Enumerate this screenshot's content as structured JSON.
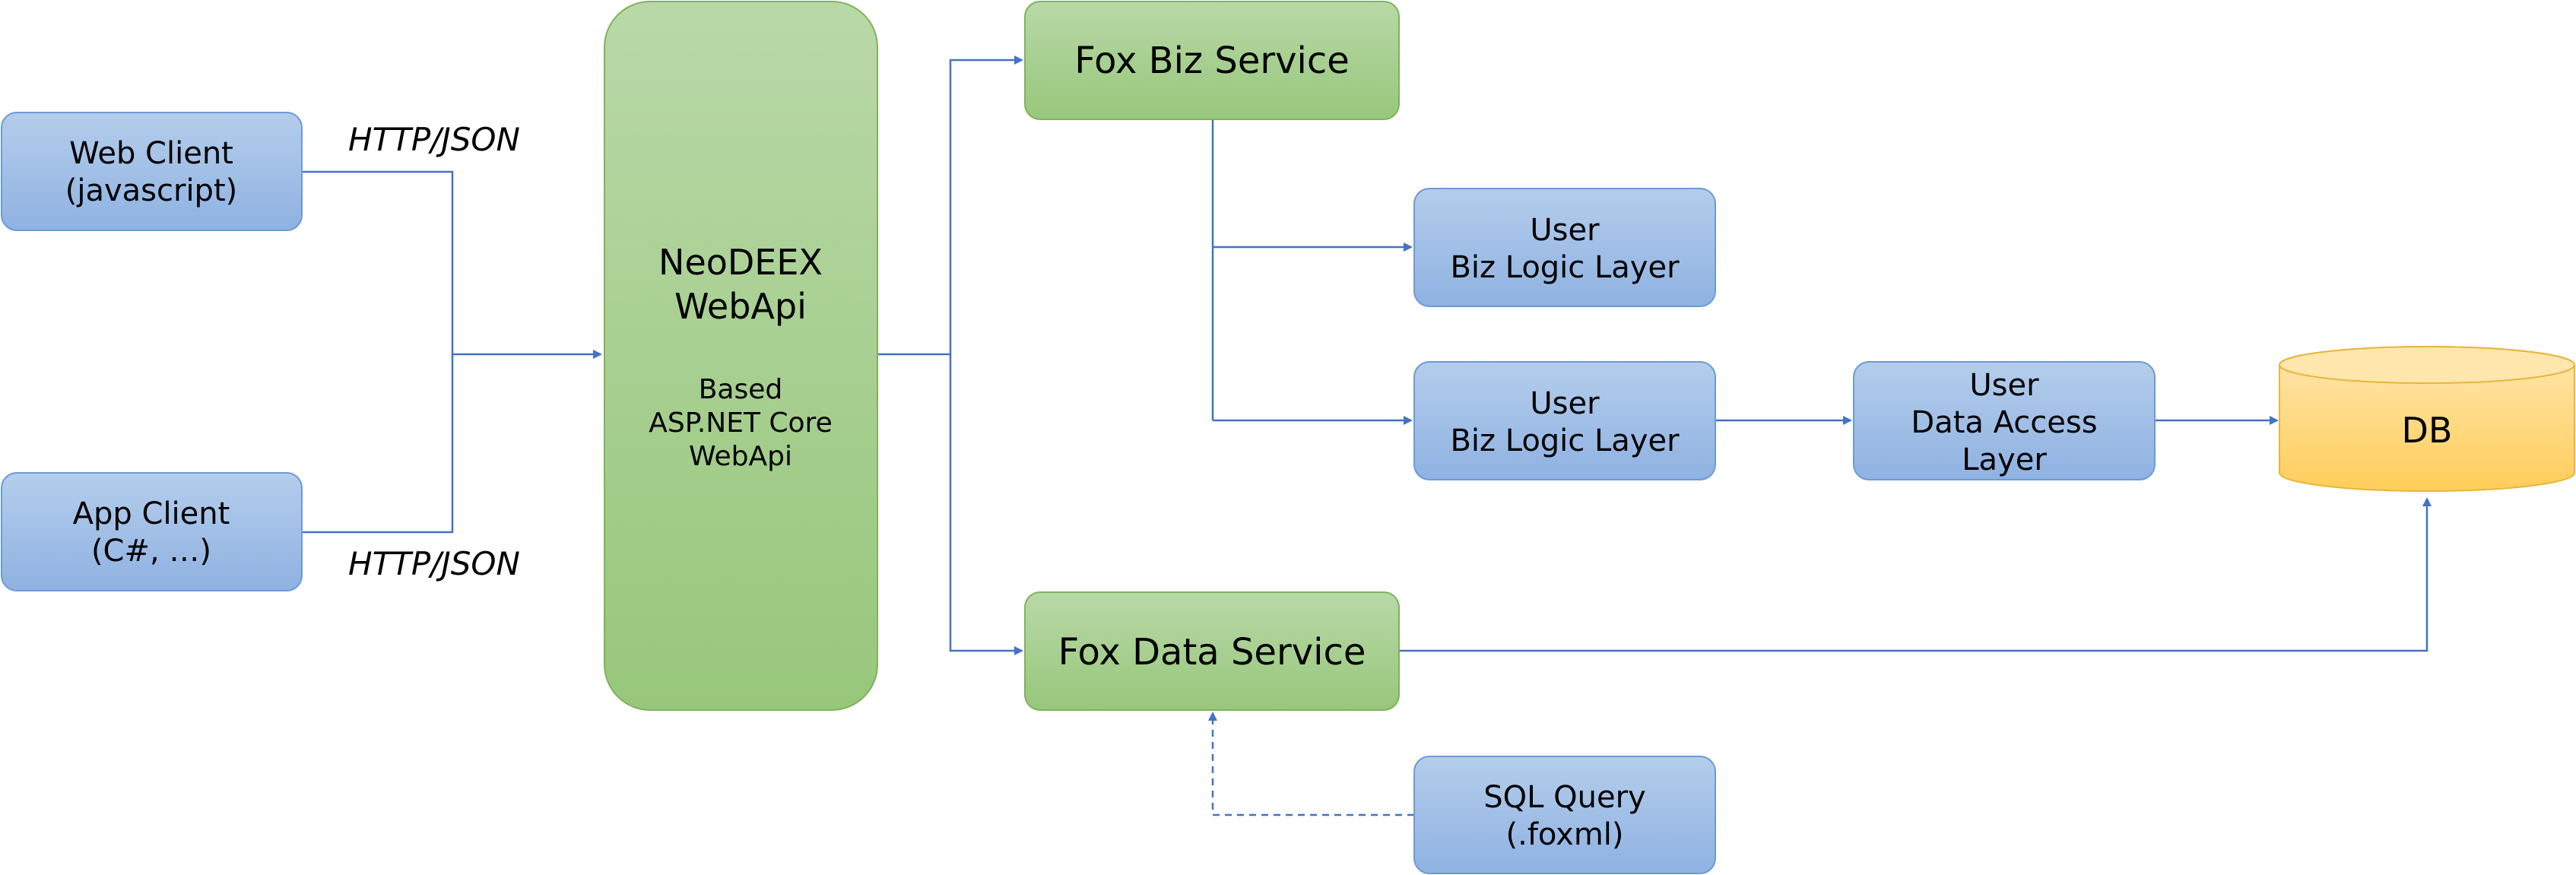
{
  "colors": {
    "blue_fill_top": "#b4cdeb",
    "blue_fill_bottom": "#8fb2e2",
    "blue_stroke": "#6c9bd6",
    "green_fill_top": "#b9d8a8",
    "green_fill_bottom": "#97c77b",
    "green_stroke": "#7fb35c",
    "db_fill_top": "#ffe7b0",
    "db_fill_bottom": "#ffcd5a",
    "db_stroke": "#e8b53c",
    "connector": "#4472c4"
  },
  "nodes": {
    "web_client": {
      "line1": "Web Client",
      "line2": "(javascript)"
    },
    "app_client": {
      "line1": "App Client",
      "line2": "(C#, …)"
    },
    "neodeex": {
      "line1": "NeoDEEX",
      "line2": "WebApi",
      "sub1": "Based",
      "sub2": "ASP.NET Core",
      "sub3": "WebApi"
    },
    "fox_biz_service": {
      "label": "Fox Biz Service"
    },
    "fox_data_service": {
      "label": "Fox Data Service"
    },
    "biz_logic_1": {
      "line1": "User",
      "line2": "Biz Logic Layer"
    },
    "biz_logic_2": {
      "line1": "User",
      "line2": "Biz Logic Layer"
    },
    "data_access": {
      "line1": "User",
      "line2": "Data Access",
      "line3": "Layer"
    },
    "db": {
      "label": "DB"
    },
    "sql_query": {
      "line1": "SQL Query",
      "line2": "(.foxml)"
    }
  },
  "edge_labels": {
    "web_protocol": "HTTP/JSON",
    "app_protocol": "HTTP/JSON"
  }
}
